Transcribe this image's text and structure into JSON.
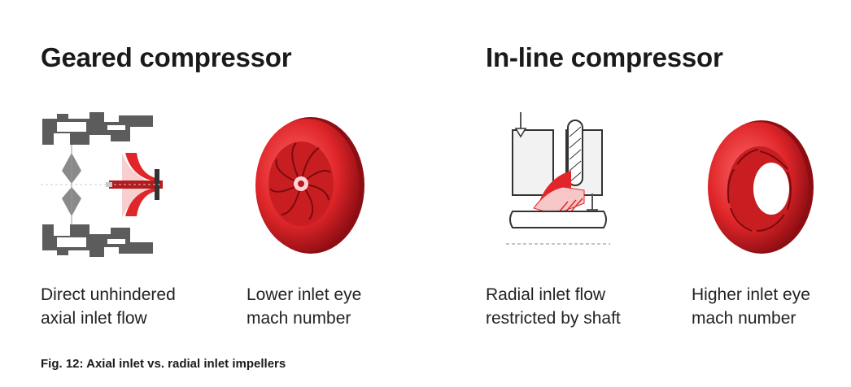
{
  "left_panel": {
    "title": "Geared compressor",
    "caption_section": {
      "line1": "Direct unhindered",
      "line2": "axial inlet flow"
    },
    "caption_impeller": {
      "line1": "Lower inlet eye",
      "line2": "mach number"
    }
  },
  "right_panel": {
    "title": "In-line compressor",
    "caption_section": {
      "line1": "Radial inlet flow",
      "line2": "restricted by shaft"
    },
    "caption_impeller": {
      "line1": "Higher inlet eye",
      "line2": "mach number"
    }
  },
  "figure_caption": "Fig. 12: Axial inlet vs. radial inlet impellers",
  "colors": {
    "impeller_red": "#e0262a",
    "impeller_dark": "#8c0d12",
    "housing_gray": "#5a5a5a",
    "highlight_pink": "#f7c6c6"
  }
}
